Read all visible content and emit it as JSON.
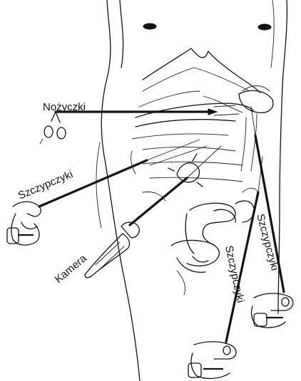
{
  "labels": {
    "scissors": "Nożyczki",
    "forceps_left": "Szczypczyki",
    "camera": "Kamera",
    "forceps_bottom": "Szczypczyki",
    "forceps_right": "Szczypczyki"
  }
}
